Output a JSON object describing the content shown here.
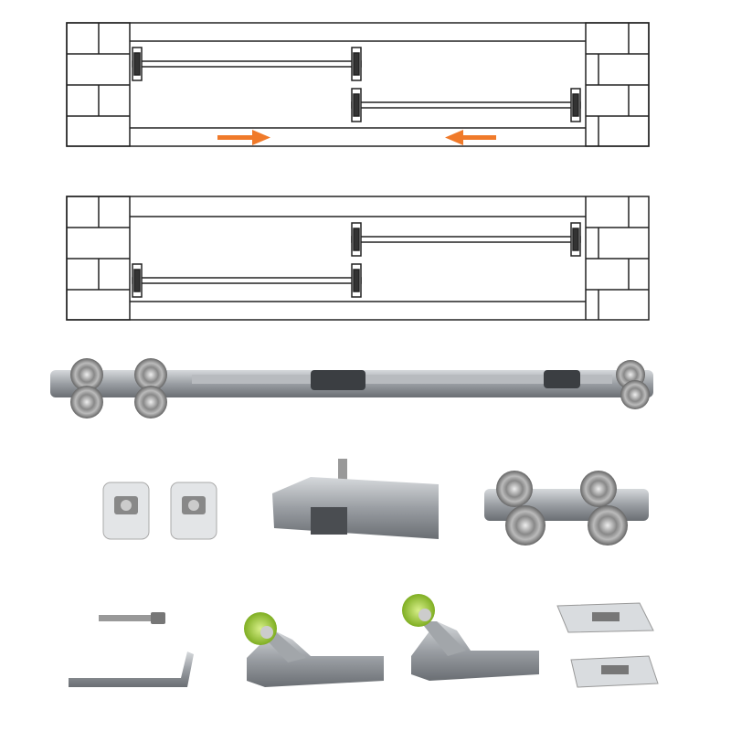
{
  "colors": {
    "line": "#222222",
    "arrow": "#f07a2a",
    "metal": "#9a9ea3",
    "metal_dark": "#5e6267",
    "metal_light": "#cfd2d5",
    "roller_green": "#a6d23a"
  },
  "diagrams": [
    {
      "state": "open",
      "arrows": [
        "arrow-right-icon",
        "arrow-left-icon"
      ]
    },
    {
      "state": "closed"
    }
  ],
  "parts": [
    "sliding-mechanism",
    "mounting-clip",
    "mounting-clip",
    "damper-unit",
    "roller-carriage",
    "screw",
    "hex-key",
    "guide-roller",
    "guide-roller",
    "mounting-plate",
    "mounting-plate"
  ]
}
